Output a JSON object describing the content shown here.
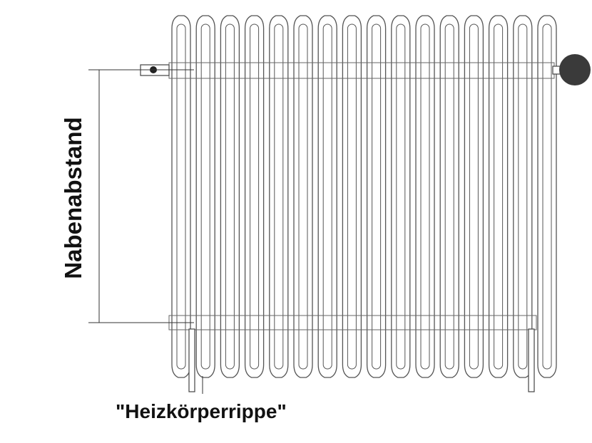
{
  "labels": {
    "hub_distance": "Nabenabstand",
    "radiator_rib": "\"Heizkörperrippe\""
  },
  "radiator": {
    "rib_count": 16,
    "colors": {
      "outline": "#555555",
      "fill": "#ffffff",
      "valve_knob": "#3a3a3a",
      "dimension_line": "#333333"
    }
  }
}
